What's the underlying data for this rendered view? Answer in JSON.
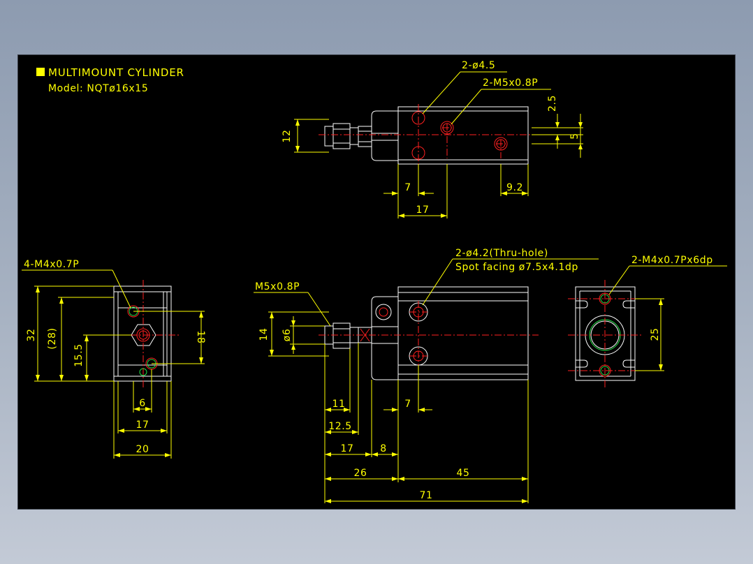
{
  "title": {
    "line1": "MULTIMOUNT CYLINDER",
    "line2": "Model: NQTø16x15"
  },
  "colors": {
    "dimension": "#ffff00",
    "outline": "#ffffff",
    "centerline": "#ff2020",
    "thread": "#22dd44",
    "background": "#000000"
  },
  "top_view": {
    "callout_holes": "2-ø4.5",
    "callout_thread": "2-M5x0.8P",
    "dim_height": "12",
    "dim_offset_top": "2.5",
    "dim_offset": "5",
    "dim_7": "7",
    "dim_9_2": "9.2",
    "dim_17": "17"
  },
  "side_view": {
    "callout": "4-M4x0.7P",
    "dim_32": "32",
    "dim_28": "(28)",
    "dim_15_5": "15.5",
    "dim_18": "18",
    "dim_6": "6",
    "dim_17": "17",
    "dim_20": "20"
  },
  "front_view": {
    "callout_thread": "M5x0.8P",
    "callout_holes_1": "2-ø4.2(Thru-hole)",
    "callout_holes_2": "Spot facing ø7.5x4.1dp",
    "dim_14": "14",
    "dim_phi6": "ø6",
    "dim_7": "7",
    "dim_11": "11",
    "dim_12_5": "12.5",
    "dim_17": "17",
    "dim_8": "8",
    "dim_26": "26",
    "dim_45": "45",
    "dim_71": "71"
  },
  "end_view": {
    "callout": "2-M4x0.7Px6dp",
    "dim_25": "25"
  }
}
